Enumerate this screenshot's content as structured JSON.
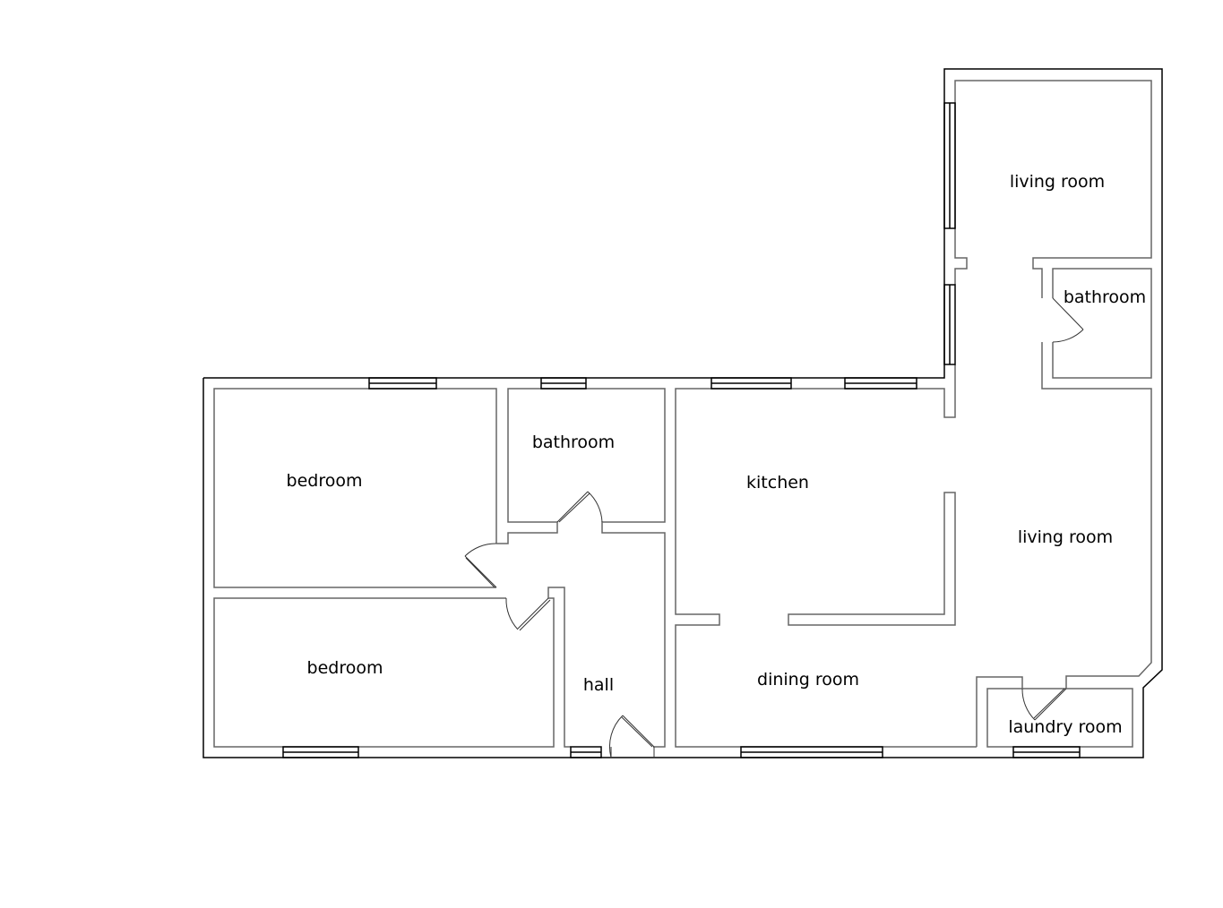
{
  "floorplan": {
    "rooms": [
      {
        "id": "living-room-top",
        "label": "living room"
      },
      {
        "id": "bathroom-right",
        "label": "bathroom"
      },
      {
        "id": "bedroom-top",
        "label": "bedroom"
      },
      {
        "id": "bathroom-left",
        "label": "bathroom"
      },
      {
        "id": "kitchen",
        "label": "kitchen"
      },
      {
        "id": "living-room",
        "label": "living room"
      },
      {
        "id": "bedroom-bottom",
        "label": "bedroom"
      },
      {
        "id": "hall",
        "label": "hall"
      },
      {
        "id": "dining-room",
        "label": "dining room"
      },
      {
        "id": "laundry-room",
        "label": "laundry room"
      }
    ]
  }
}
